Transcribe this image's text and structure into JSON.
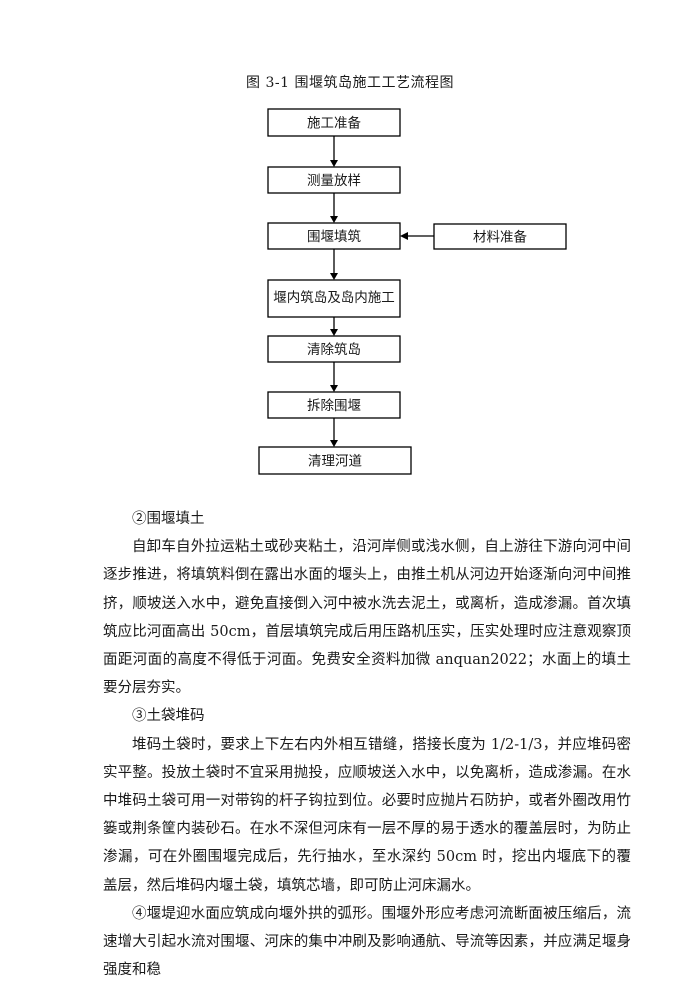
{
  "figure": {
    "caption": "图 3-1   围堰筑岛施工工艺流程图",
    "nodes": [
      "施工准备",
      "测量放样",
      "围堰填筑",
      "堰内筑岛及岛内施工",
      "清除筑岛",
      "拆除围堰",
      "清理河道"
    ],
    "side_node": "材料准备"
  },
  "sections": [
    {
      "heading": "②围堰填土",
      "text": "自卸车自外拉运粘土或砂夹粘土，沿河岸侧或浅水侧，自上游往下游向河中间逐步推进，将填筑料倒在露出水面的堰头上，由推土机从河边开始逐渐向河中间推挤，顺坡送入水中，避免直接倒入河中被水洗去泥土，或离析，造成渗漏。首次填筑应比河面高出 50cm，首层填筑完成后用压路机压实，压实处理时应注意观察顶面距河面的高度不得低于河面。免费安全资料加微 anquan2022；水面上的填土要分层夯实。"
    },
    {
      "heading": "③土袋堆码",
      "text": "堆码土袋时，要求上下左右内外相互错缝，搭接长度为 1/2-1/3，并应堆码密实平整。投放土袋时不宜采用抛投，应顺坡送入水中，以免离析，造成渗漏。在水中堆码土袋可用一对带钩的杆子钩拉到位。必要时应抛片石防护，或者外圈改用竹篓或荆条筐内装砂石。在水不深但河床有一层不厚的易于透水的覆盖层时，为防止渗漏，可在外圈围堰完成后，先行抽水，至水深约 50cm 时，挖出内堰底下的覆盖层，然后堆码内堰土袋，填筑芯墙，即可防止河床漏水。"
    }
  ],
  "closing": "④堰堤迎水面应筑成向堰外拱的弧形。围堰外形应考虑河流断面被压缩后，流速增大引起水流对围堰、河床的集中冲刷及影响通航、导流等因素，并应满足堰身强度和稳"
}
